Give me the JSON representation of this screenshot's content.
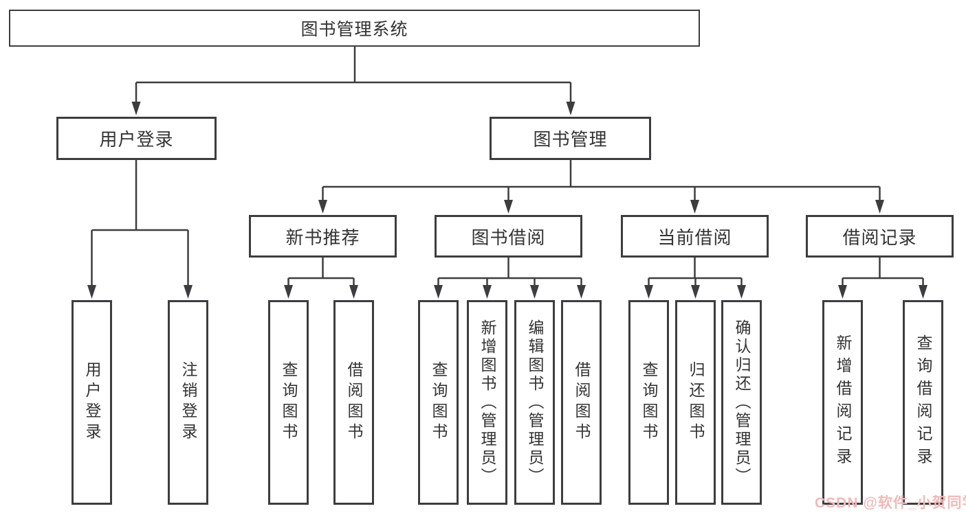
{
  "diagram_type": "functional-structure-tree",
  "structure": {
    "root": "图书管理系统",
    "children": [
      {
        "label": "用户登录",
        "children": [
          "用户登录",
          "注销登录"
        ]
      },
      {
        "label": "图书管理",
        "children": [
          {
            "label": "新书推荐",
            "children": [
              "查询图书",
              "借阅图书"
            ]
          },
          {
            "label": "图书借阅",
            "children": [
              "查询图书",
              "新增图书（管理员）",
              "编辑图书（管理员）",
              "借阅图书"
            ]
          },
          {
            "label": "当前借阅",
            "children": [
              "查询图书",
              "归还图书",
              "确认归还（管理员）"
            ]
          },
          {
            "label": "借阅记录",
            "children": [
              "新增借阅记录",
              "查询借阅记录"
            ]
          }
        ]
      }
    ]
  },
  "watermark": {
    "text": "CSDN @软件_小贺同学",
    "color": "#f2b9b9"
  },
  "colors": {
    "line": "#3d3d3f",
    "border": "#3d3d3f",
    "text": "#333333",
    "background": "#ffffff"
  }
}
